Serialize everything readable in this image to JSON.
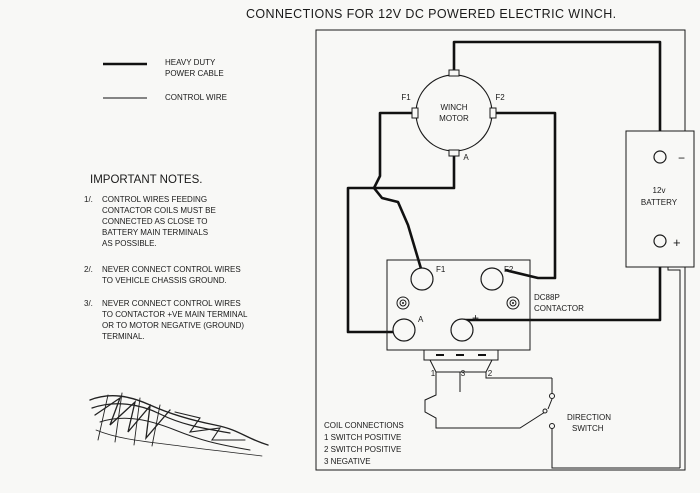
{
  "title": "CONNECTIONS FOR 12V DC POWERED ELECTRIC WINCH.",
  "legend": {
    "heavy": [
      "HEAVY DUTY",
      "POWER CABLE"
    ],
    "control": "CONTROL WIRE"
  },
  "notes": {
    "heading": "IMPORTANT NOTES.",
    "items": [
      {
        "num": "1/.",
        "lines": [
          "CONTROL WIRES FEEDING",
          "CONTACTOR COILS MUST BE",
          "CONNECTED AS CLOSE TO",
          "BATTERY MAIN TERMINALS",
          "AS POSSIBLE."
        ]
      },
      {
        "num": "2/.",
        "lines": [
          "NEVER CONNECT CONTROL WIRES",
          "TO VEHICLE CHASSIS GROUND."
        ]
      },
      {
        "num": "3/.",
        "lines": [
          "NEVER CONNECT CONTROL WIRES",
          "TO CONTACTOR +VE MAIN TERMINAL",
          "OR TO MOTOR NEGATIVE (GROUND)",
          "TERMINAL."
        ]
      }
    ]
  },
  "motor": {
    "name": [
      "WINCH",
      "MOTOR"
    ],
    "f1": "F1",
    "f2": "F2",
    "a": "A"
  },
  "battery": {
    "name": [
      "12v",
      "BATTERY"
    ],
    "neg": "−",
    "pos": "+"
  },
  "contactor": {
    "model": [
      "DC88P",
      "CONTACTOR"
    ],
    "f1": "F1",
    "f2": "F2",
    "a": "A",
    "plus": "+"
  },
  "coil_pins": [
    "1",
    "3",
    "2"
  ],
  "switch": {
    "name": [
      "DIRECTION",
      "SWITCH"
    ]
  },
  "coil_connections": {
    "heading": "COIL CONNECTIONS",
    "items": [
      "1 SWITCH POSITIVE",
      "2 SWITCH POSITIVE",
      "3 NEGATIVE"
    ]
  },
  "colors": {
    "ink": "#1a1a1a",
    "paper": "#f8f8f6"
  }
}
